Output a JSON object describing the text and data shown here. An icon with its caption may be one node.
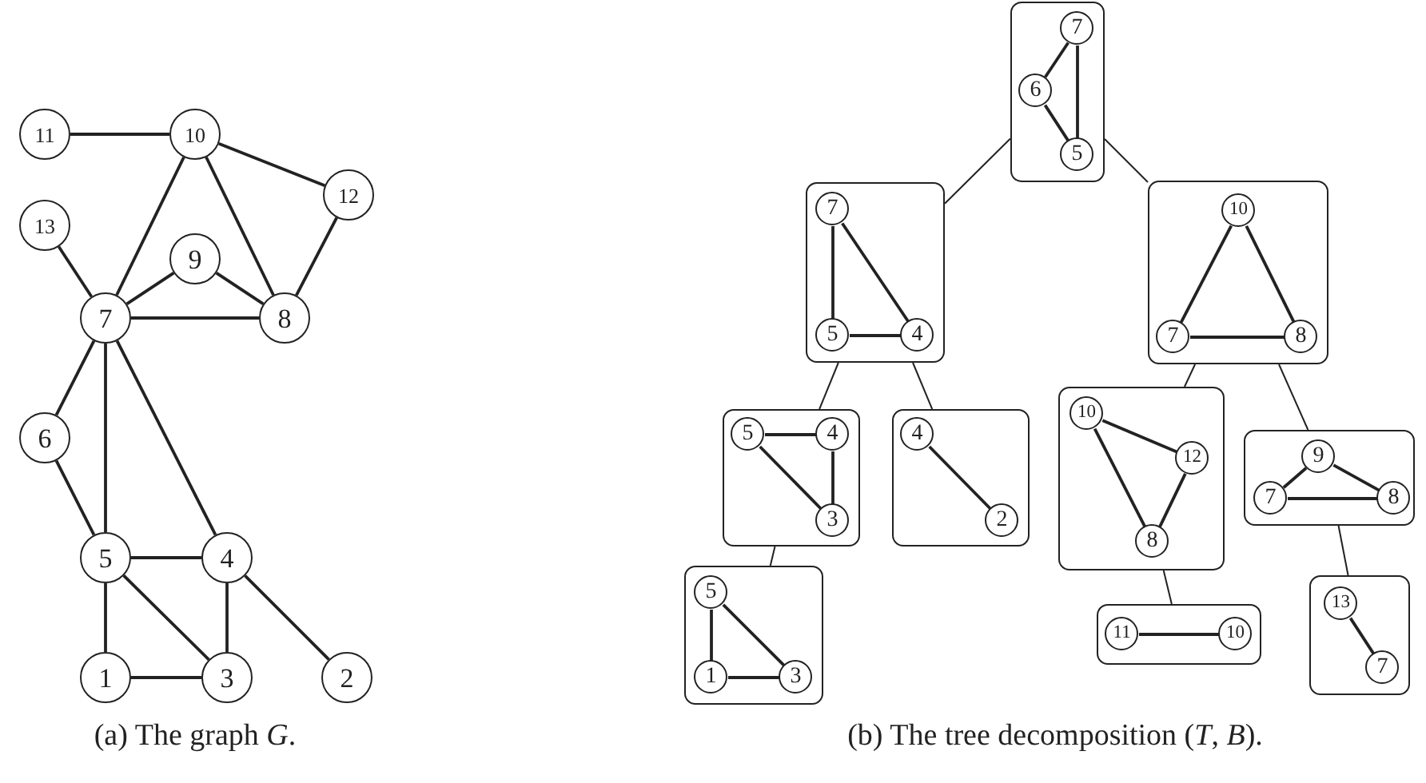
{
  "diagram": {
    "nodes": [
      {
        "text": [
          "11"
        ]
      },
      {
        "text": [
          "10"
        ]
      },
      {
        "text": [
          "12"
        ]
      },
      {
        "text": [
          "13"
        ]
      },
      {
        "text": [
          "9"
        ]
      },
      {
        "text": [
          "7"
        ]
      },
      {
        "text": [
          "8"
        ]
      },
      {
        "text": [
          "6"
        ]
      },
      {
        "text": [
          "5"
        ]
      },
      {
        "text": [
          "4"
        ]
      },
      {
        "text": [
          "1"
        ]
      },
      {
        "text": [
          "3"
        ]
      },
      {
        "text": [
          "2"
        ]
      },
      {
        "text": [],
        "shape": "box"
      },
      {
        "text": [
          "7"
        ],
        "in": 13
      },
      {
        "text": [
          "6"
        ],
        "in": 13
      },
      {
        "text": [
          "5"
        ],
        "in": 13
      },
      {
        "text": [],
        "shape": "box"
      },
      {
        "text": [
          "7"
        ],
        "in": 17
      },
      {
        "text": [
          "5"
        ],
        "in": 17
      },
      {
        "text": [
          "4"
        ],
        "in": 17
      },
      {
        "text": [],
        "shape": "box"
      },
      {
        "text": [
          "10"
        ],
        "in": 21
      },
      {
        "text": [
          "7"
        ],
        "in": 21
      },
      {
        "text": [
          "8"
        ],
        "in": 21
      },
      {
        "text": [],
        "shape": "box"
      },
      {
        "text": [
          "5"
        ],
        "in": 25
      },
      {
        "text": [
          "4"
        ],
        "in": 25
      },
      {
        "text": [
          "3"
        ],
        "in": 25
      },
      {
        "text": [],
        "shape": "box"
      },
      {
        "text": [
          "4"
        ],
        "in": 29
      },
      {
        "text": [
          "2"
        ],
        "in": 29
      },
      {
        "text": [],
        "shape": "box"
      },
      {
        "text": [
          "10"
        ],
        "in": 32
      },
      {
        "text": [
          "12"
        ],
        "in": 32
      },
      {
        "text": [
          "8"
        ],
        "in": 32
      },
      {
        "text": [],
        "shape": "box"
      },
      {
        "text": [
          "9"
        ],
        "in": 36
      },
      {
        "text": [
          "7"
        ],
        "in": 36
      },
      {
        "text": [
          "8"
        ],
        "in": 36
      },
      {
        "text": [],
        "shape": "box"
      },
      {
        "text": [
          "5"
        ],
        "in": 40
      },
      {
        "text": [
          "1"
        ],
        "in": 40
      },
      {
        "text": [
          "3"
        ],
        "in": 40
      },
      {
        "text": [],
        "shape": "box"
      },
      {
        "text": [
          "11"
        ],
        "in": 44
      },
      {
        "text": [
          "10"
        ],
        "in": 44
      },
      {
        "text": [],
        "shape": "box"
      },
      {
        "text": [
          "13"
        ],
        "in": 47
      },
      {
        "text": [
          "7"
        ],
        "in": 47
      }
    ],
    "edges": [
      {
        "from": 0,
        "to": 1,
        "arrow": "none"
      },
      {
        "from": 1,
        "to": 2,
        "arrow": "none"
      },
      {
        "from": 1,
        "to": 5,
        "arrow": "none"
      },
      {
        "from": 1,
        "to": 6,
        "arrow": "none"
      },
      {
        "from": 2,
        "to": 6,
        "arrow": "none"
      },
      {
        "from": 3,
        "to": 5,
        "arrow": "none"
      },
      {
        "from": 5,
        "to": 4,
        "arrow": "none"
      },
      {
        "from": 4,
        "to": 6,
        "arrow": "none"
      },
      {
        "from": 5,
        "to": 6,
        "arrow": "none"
      },
      {
        "from": 5,
        "to": 7,
        "arrow": "none"
      },
      {
        "from": 5,
        "to": 8,
        "arrow": "none"
      },
      {
        "from": 5,
        "to": 9,
        "arrow": "none"
      },
      {
        "from": 7,
        "to": 8,
        "arrow": "none"
      },
      {
        "from": 8,
        "to": 9,
        "arrow": "none"
      },
      {
        "from": 8,
        "to": 10,
        "arrow": "none"
      },
      {
        "from": 8,
        "to": 11,
        "arrow": "none"
      },
      {
        "from": 9,
        "to": 11,
        "arrow": "none"
      },
      {
        "from": 9,
        "to": 12,
        "arrow": "none"
      },
      {
        "from": 10,
        "to": 11,
        "arrow": "none"
      },
      {
        "from": 14,
        "to": 15,
        "arrow": "none"
      },
      {
        "from": 15,
        "to": 16,
        "arrow": "none"
      },
      {
        "from": 14,
        "to": 16,
        "arrow": "none"
      },
      {
        "from": 18,
        "to": 19,
        "arrow": "none"
      },
      {
        "from": 18,
        "to": 20,
        "arrow": "none"
      },
      {
        "from": 19,
        "to": 20,
        "arrow": "none"
      },
      {
        "from": 22,
        "to": 23,
        "arrow": "none"
      },
      {
        "from": 22,
        "to": 24,
        "arrow": "none"
      },
      {
        "from": 23,
        "to": 24,
        "arrow": "none"
      },
      {
        "from": 26,
        "to": 27,
        "arrow": "none"
      },
      {
        "from": 27,
        "to": 28,
        "arrow": "none"
      },
      {
        "from": 26,
        "to": 28,
        "arrow": "none"
      },
      {
        "from": 30,
        "to": 31,
        "arrow": "none"
      },
      {
        "from": 33,
        "to": 34,
        "arrow": "none"
      },
      {
        "from": 33,
        "to": 35,
        "arrow": "none"
      },
      {
        "from": 34,
        "to": 35,
        "arrow": "none"
      },
      {
        "from": 37,
        "to": 38,
        "arrow": "none"
      },
      {
        "from": 37,
        "to": 39,
        "arrow": "none"
      },
      {
        "from": 38,
        "to": 39,
        "arrow": "none"
      },
      {
        "from": 41,
        "to": 42,
        "arrow": "none"
      },
      {
        "from": 41,
        "to": 43,
        "arrow": "none"
      },
      {
        "from": 42,
        "to": 43,
        "arrow": "none"
      },
      {
        "from": 45,
        "to": 46,
        "arrow": "none"
      },
      {
        "from": 48,
        "to": 49,
        "arrow": "none"
      },
      {
        "from": 13,
        "to": 17,
        "arrow": "none"
      },
      {
        "from": 13,
        "to": 21,
        "arrow": "none"
      },
      {
        "from": 17,
        "to": 25,
        "arrow": "none"
      },
      {
        "from": 17,
        "to": 29,
        "arrow": "none"
      },
      {
        "from": 21,
        "to": 32,
        "arrow": "none"
      },
      {
        "from": 21,
        "to": 36,
        "arrow": "none"
      },
      {
        "from": 25,
        "to": 40,
        "arrow": "none"
      },
      {
        "from": 32,
        "to": 44,
        "arrow": "none"
      },
      {
        "from": 36,
        "to": 47,
        "arrow": "none"
      }
    ],
    "labels": [
      "(a) The graph *G*.",
      "(b) The tree decomposition (*T*, *B*)."
    ]
  }
}
